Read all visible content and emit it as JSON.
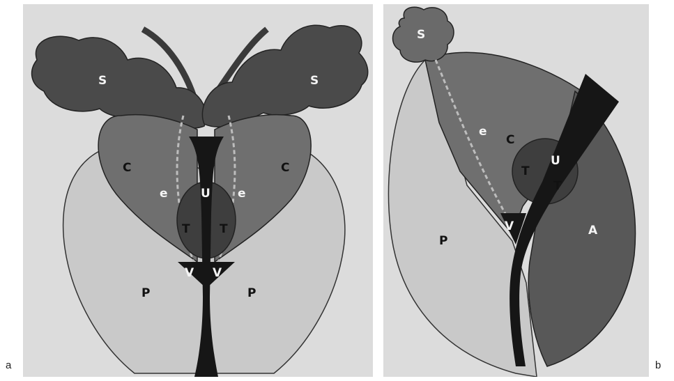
{
  "panels": [
    {
      "id": "a",
      "letter": "a",
      "labels": {
        "seminal_vesicle_left": "S",
        "seminal_vesicle_right": "S",
        "central_zone_left": "C",
        "central_zone_right": "C",
        "ejaculatory_duct_left": "e",
        "ejaculatory_duct_right": "e",
        "urethra": "U",
        "transition_zone_left": "T",
        "transition_zone_right": "T",
        "verumontanum_left": "V",
        "verumontanum_right": "V",
        "peripheral_zone_left": "P",
        "peripheral_zone_right": "P"
      }
    },
    {
      "id": "b",
      "letter": "b",
      "labels": {
        "seminal_vesicle": "S",
        "ejaculatory_duct": "e",
        "central_zone": "C",
        "urethra": "U",
        "transition_zone_left": "T",
        "transition_zone_right": "T",
        "verumontanum": "V",
        "peripheral_zone": "P",
        "anterior_stroma": "A"
      }
    }
  ],
  "colors": {
    "background": "#dcdcdc",
    "peripheral_zone": "#c9c9c9",
    "central_zone": "#6f6f6f",
    "seminal_vesicle": "#4a4a4a",
    "urethra": "#161616",
    "transition_zone": "#3e3e3e",
    "anterior_stroma": "#585858"
  }
}
